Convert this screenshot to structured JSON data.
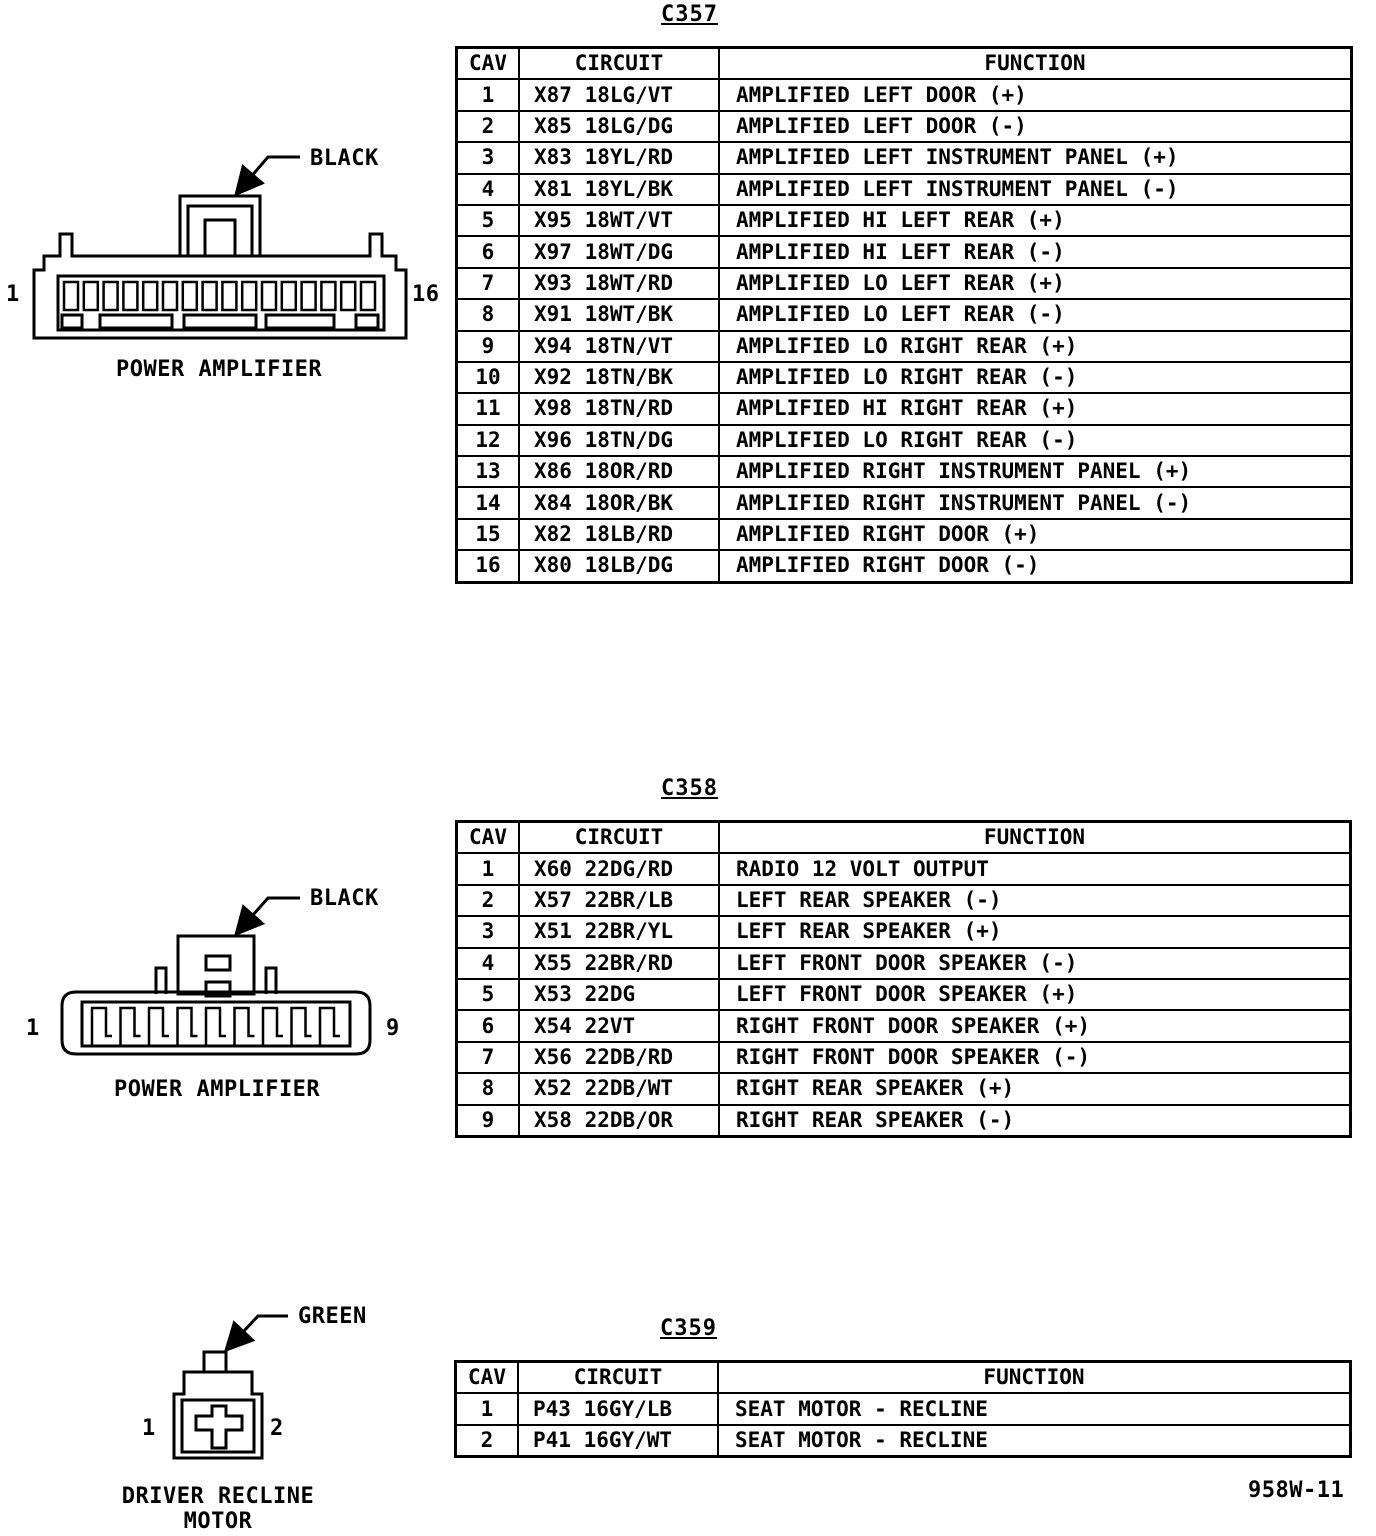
{
  "headers": {
    "cav": "CAV",
    "circuit": "CIRCUIT",
    "function": "FUNCTION"
  },
  "connectors": [
    {
      "id": "C357",
      "color": "BLACK",
      "name": "POWER AMPLIFIER",
      "pin_first": "1",
      "pin_last": "16",
      "rows": [
        {
          "cav": "1",
          "circuit": "X87 18LG/VT",
          "function": "AMPLIFIED LEFT DOOR (+)"
        },
        {
          "cav": "2",
          "circuit": "X85 18LG/DG",
          "function": "AMPLIFIED LEFT DOOR (-)"
        },
        {
          "cav": "3",
          "circuit": "X83 18YL/RD",
          "function": "AMPLIFIED LEFT INSTRUMENT PANEL (+)"
        },
        {
          "cav": "4",
          "circuit": "X81 18YL/BK",
          "function": "AMPLIFIED LEFT INSTRUMENT PANEL (-)"
        },
        {
          "cav": "5",
          "circuit": "X95 18WT/VT",
          "function": "AMPLIFIED HI LEFT REAR (+)"
        },
        {
          "cav": "6",
          "circuit": "X97 18WT/DG",
          "function": "AMPLIFIED HI LEFT REAR (-)"
        },
        {
          "cav": "7",
          "circuit": "X93 18WT/RD",
          "function": "AMPLIFIED LO LEFT REAR (+)"
        },
        {
          "cav": "8",
          "circuit": "X91 18WT/BK",
          "function": "AMPLIFIED LO LEFT REAR (-)"
        },
        {
          "cav": "9",
          "circuit": "X94 18TN/VT",
          "function": "AMPLIFIED LO RIGHT REAR (+)"
        },
        {
          "cav": "10",
          "circuit": "X92 18TN/BK",
          "function": "AMPLIFIED LO RIGHT REAR (-)"
        },
        {
          "cav": "11",
          "circuit": "X98 18TN/RD",
          "function": "AMPLIFIED HI RIGHT REAR (+)"
        },
        {
          "cav": "12",
          "circuit": "X96 18TN/DG",
          "function": "AMPLIFIED LO RIGHT REAR (-)"
        },
        {
          "cav": "13",
          "circuit": "X86 18OR/RD",
          "function": "AMPLIFIED RIGHT INSTRUMENT PANEL (+)"
        },
        {
          "cav": "14",
          "circuit": "X84 18OR/BK",
          "function": "AMPLIFIED RIGHT INSTRUMENT PANEL (-)"
        },
        {
          "cav": "15",
          "circuit": "X82 18LB/RD",
          "function": "AMPLIFIED RIGHT DOOR (+)"
        },
        {
          "cav": "16",
          "circuit": "X80 18LB/DG",
          "function": "AMPLIFIED RIGHT DOOR (-)"
        }
      ]
    },
    {
      "id": "C358",
      "color": "BLACK",
      "name": "POWER AMPLIFIER",
      "pin_first": "1",
      "pin_last": "9",
      "rows": [
        {
          "cav": "1",
          "circuit": "X60 22DG/RD",
          "function": "RADIO 12 VOLT OUTPUT"
        },
        {
          "cav": "2",
          "circuit": "X57 22BR/LB",
          "function": "LEFT REAR SPEAKER (-)"
        },
        {
          "cav": "3",
          "circuit": "X51 22BR/YL",
          "function": "LEFT REAR SPEAKER (+)"
        },
        {
          "cav": "4",
          "circuit": "X55 22BR/RD",
          "function": "LEFT FRONT DOOR SPEAKER (-)"
        },
        {
          "cav": "5",
          "circuit": "X53 22DG",
          "function": "LEFT FRONT DOOR SPEAKER (+)"
        },
        {
          "cav": "6",
          "circuit": "X54 22VT",
          "function": "RIGHT FRONT DOOR SPEAKER (+)"
        },
        {
          "cav": "7",
          "circuit": "X56 22DB/RD",
          "function": "RIGHT FRONT DOOR SPEAKER (-)"
        },
        {
          "cav": "8",
          "circuit": "X52 22DB/WT",
          "function": "RIGHT REAR SPEAKER (+)"
        },
        {
          "cav": "9",
          "circuit": "X58 22DB/OR",
          "function": "RIGHT REAR SPEAKER (-)"
        }
      ]
    },
    {
      "id": "C359",
      "color": "GREEN",
      "name_line1": "DRIVER RECLINE",
      "name_line2": "MOTOR",
      "pin_first": "1",
      "pin_last": "2",
      "rows": [
        {
          "cav": "1",
          "circuit": "P43 16GY/LB",
          "function": "SEAT MOTOR - RECLINE"
        },
        {
          "cav": "2",
          "circuit": "P41 16GY/WT",
          "function": "SEAT MOTOR - RECLINE"
        }
      ]
    }
  ],
  "figure_id": "958W-11"
}
